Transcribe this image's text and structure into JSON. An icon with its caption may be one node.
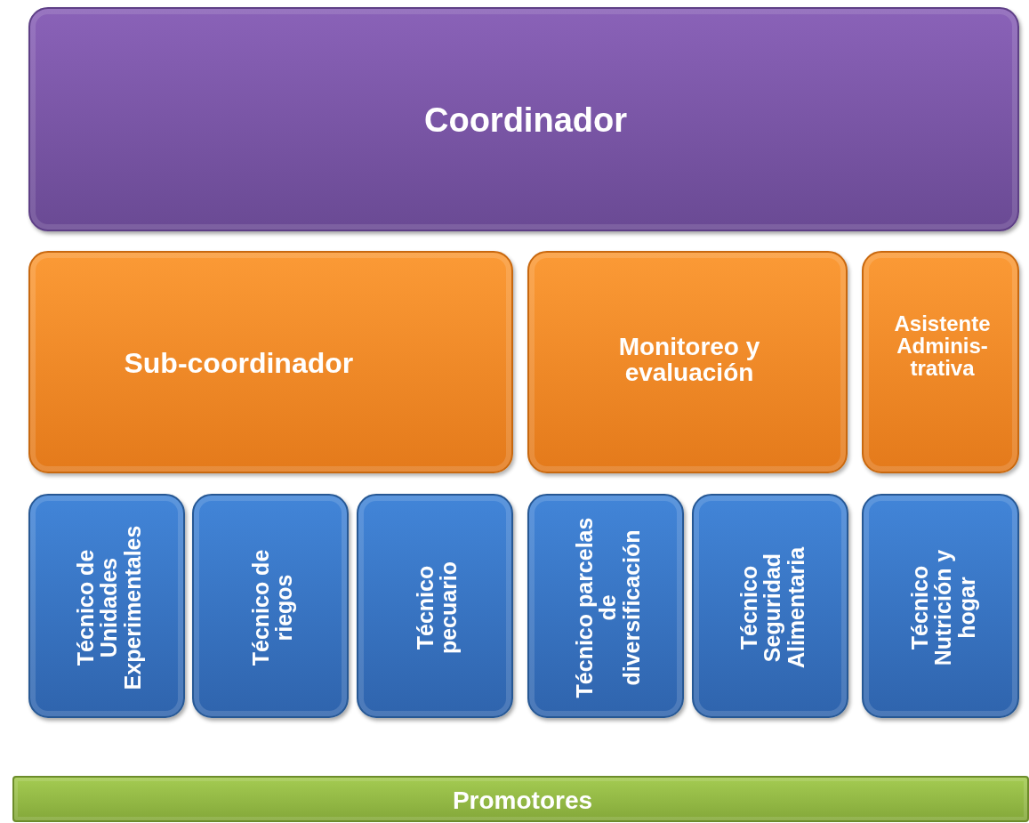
{
  "diagram": {
    "nodes": [
      {
        "text": [
          "Coordinador"
        ]
      },
      {
        "text": [
          "Sub-coordinador"
        ]
      },
      {
        "text": [
          "Monitoreo y evaluación"
        ]
      },
      {
        "text": [
          "Asistente Adminis-trativa"
        ]
      },
      {
        "text": [
          "Técnico de Unidades Experimentales"
        ]
      },
      {
        "text": [
          "Técnico de riegos"
        ]
      },
      {
        "text": [
          "Técnico pecuario"
        ]
      },
      {
        "text": [
          "Técnico parcelas de diversificación"
        ]
      },
      {
        "text": [
          "Técnico Seguridad Alimentaria"
        ]
      },
      {
        "text": [
          "Técnico Nutrición y hogar"
        ]
      },
      {
        "text": [
          "Promotores"
        ]
      }
    ]
  }
}
